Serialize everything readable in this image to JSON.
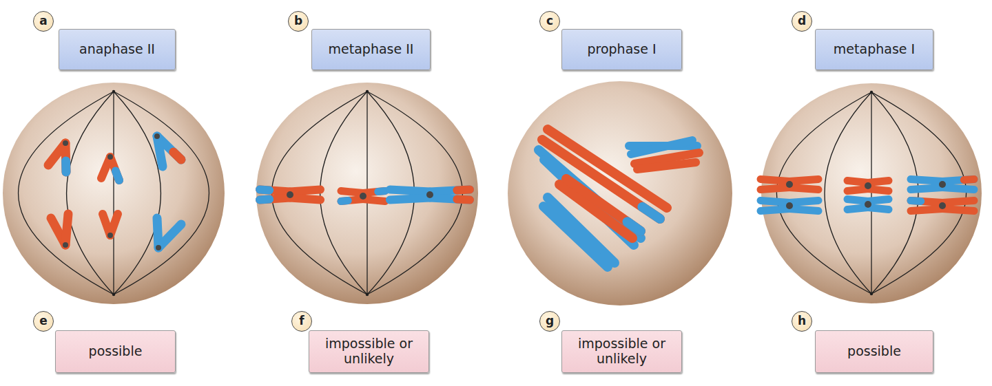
{
  "diagram": {
    "nodes": [
      {
        "text": [
          "a",
          "anaphase II"
        ]
      },
      {
        "text": [
          "b",
          "metaphase II"
        ]
      },
      {
        "text": [
          "c",
          "prophase I"
        ]
      },
      {
        "text": [
          "d",
          "metaphase I"
        ]
      },
      {
        "text": [
          "e",
          "possible"
        ]
      },
      {
        "text": [
          "f",
          "impossible or unlikely"
        ]
      },
      {
        "text": [
          "g",
          "impossible or unlikely"
        ]
      },
      {
        "text": [
          "h",
          "possible"
        ]
      }
    ]
  }
}
